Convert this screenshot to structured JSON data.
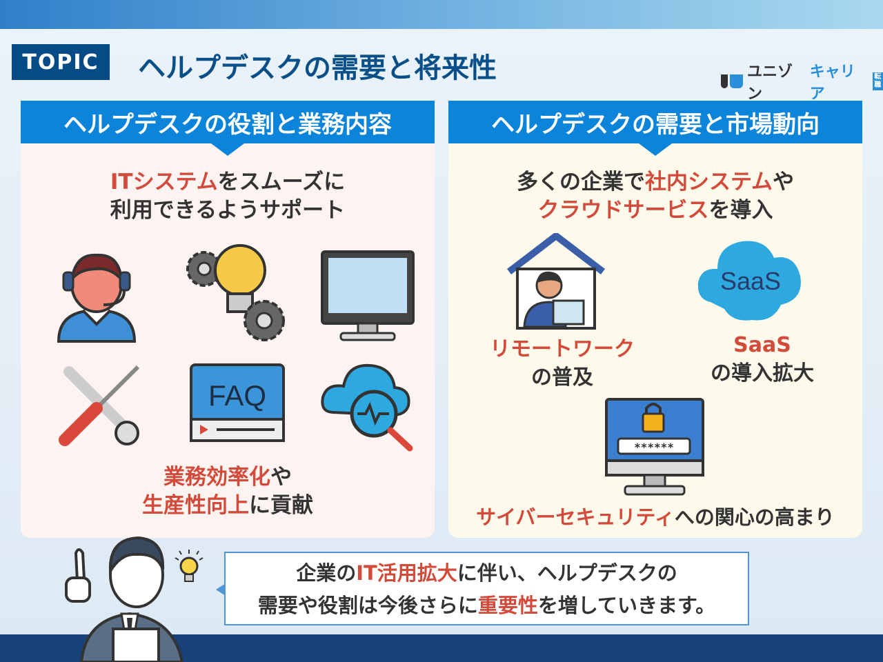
{
  "header": {
    "topic_label": "TOPIC",
    "title": "ヘルプデスクの需要と将来性",
    "logo_text_dark": "ユニゾン",
    "logo_text_blue": "キャリア",
    "logo_tag": "転職"
  },
  "left_card": {
    "heading": "ヘルプデスクの役割と業務内容",
    "intro_red": "ITシステム",
    "intro_rest": "をスムーズに",
    "intro_line2": "利用できるようサポート",
    "icons": [
      "headset-operator-icon",
      "gears-lightbulb-icon",
      "monitor-icon",
      "wrench-screwdriver-icon",
      "faq-video-icon",
      "cloud-monitoring-icon"
    ],
    "faq_label": "FAQ",
    "outro_red1": "業務効率化",
    "outro_rest1": "や",
    "outro_red2": "生産性向上",
    "outro_rest2": "に貢献"
  },
  "right_card": {
    "heading": "ヘルプデスクの需要と市場動向",
    "intro_a": "多くの企業で",
    "intro_red1": "社内システム",
    "intro_b": "や",
    "intro_red2": "クラウドサービス",
    "intro_c": "を導入",
    "remote_red": "リモートワーク",
    "remote_rest": "の普及",
    "saas_icon_label": "SaaS",
    "saas_red": "SaaS",
    "saas_rest": "の導入拡大",
    "password_mask": "******",
    "security_red": "サイバーセキュリティ",
    "security_rest": "への関心の高まり"
  },
  "bubble": {
    "l1_a": "企業の",
    "l1_red": "IT活用拡大",
    "l1_b": "に伴い、ヘルプデスクの",
    "l2_a": "需要や役割は今後さらに",
    "l2_red": "重要性",
    "l2_b": "を増していきます。"
  },
  "colors": {
    "accent": "#0b84da",
    "highlight": "#d24a3a",
    "navy": "#054c86"
  }
}
